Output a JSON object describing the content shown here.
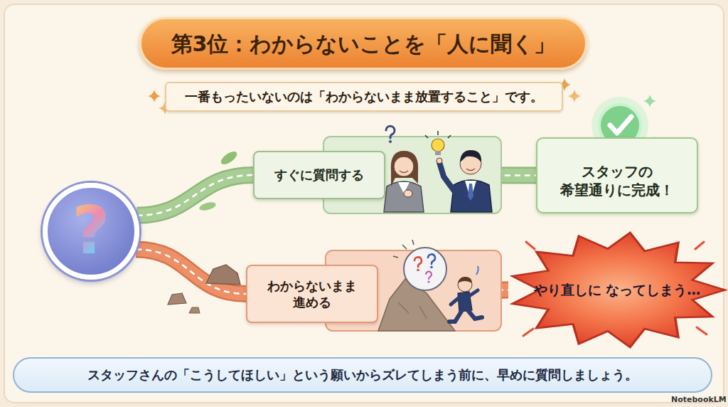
{
  "diagram": {
    "title": "第3位：わからないことを「人に聞く」",
    "caption": "スタッフさんの「こうしてほしい」という願いからズレてしまう前に、早めに質問しましょう。",
    "nodes": [
      {
        "text": [
          "一番もったいないのは「わからないまま放置すること」です。"
        ]
      },
      {
        "text": [
          "?"
        ]
      },
      {
        "text": [
          "すぐに質問する"
        ]
      },
      {
        "text": [
          "スタッフの 希望通りに完成！"
        ]
      },
      {
        "text": [
          "わからないまま 進める"
        ]
      },
      {
        "text": [
          "やり直しに なってしまう…"
        ]
      }
    ],
    "edges": [
      {
        "from": 1,
        "to": 2,
        "arrow": "none"
      },
      {
        "from": 2,
        "to": 3,
        "arrow": "none"
      },
      {
        "from": 1,
        "to": 4,
        "arrow": "none"
      },
      {
        "from": 4,
        "to": 5,
        "arrow": "none"
      }
    ],
    "labels": [
      "NotebookLM"
    ]
  }
}
